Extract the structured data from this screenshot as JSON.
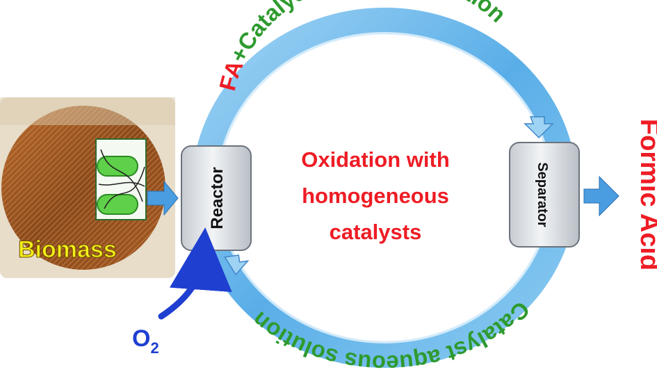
{
  "biomass_label": "Biomass",
  "reactor_label": "Reactor",
  "separator_label": "Separator",
  "center_text": [
    "Oxidation with",
    "homogeneous",
    "catalysts"
  ],
  "top_arc_prefix": "FA",
  "top_arc_rest": "+Catalyst aqueous solution",
  "bottom_arc_text": "Catalyst aqueous solution",
  "oxygen_symbol": "O",
  "oxygen_subscript": "2",
  "product_label": "Formic Acid",
  "colors": {
    "red_text": "#ee1c25",
    "green_text": "#2e9a2e",
    "blue_text": "#1f3fd1",
    "biomass_text": "#f3ef1a",
    "arrow_blue": "#4a9de0",
    "ring_blue": "#7fc0ee",
    "box_gray": "#d6dadf"
  }
}
